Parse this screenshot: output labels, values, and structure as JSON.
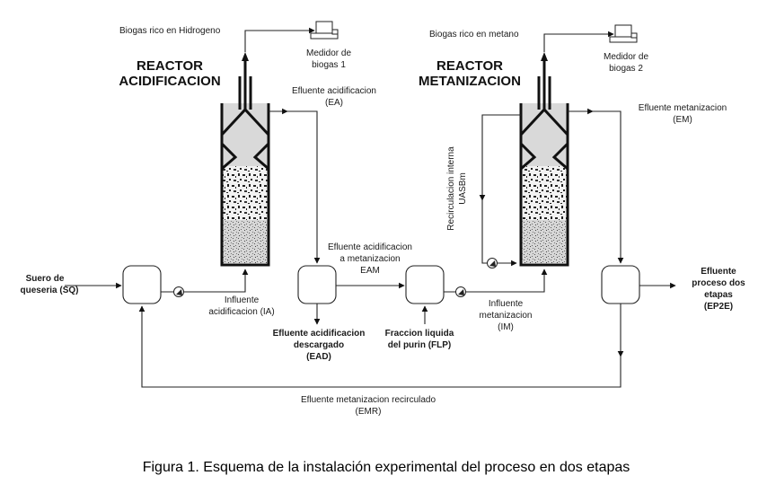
{
  "labels": {
    "biogas_h2": "Biogas rico en Hidrogeno",
    "meter1_a": "Medidor de",
    "meter1_b": "biogas 1",
    "reactor1_a": "REACTOR",
    "reactor1_b": "ACIDIFICACION",
    "ea_a": "Efluente acidificacion",
    "ea_b": "(EA)",
    "biogas_ch4": "Biogas rico en metano",
    "meter2_a": "Medidor de",
    "meter2_b": "biogas 2",
    "reactor2_a": "REACTOR",
    "reactor2_b": "METANIZACION",
    "em_a": "Efluente metanizacion",
    "em_b": "(EM)",
    "recirc_a": "Recirculacion interna",
    "recirc_b": "UASBm",
    "eam_a": "Efluente acidificacion",
    "eam_b": "a metanizacion",
    "eam_c": "EAM",
    "sq_a": "Suero de",
    "sq_b": "queseria (SQ)",
    "ia_a": "Influente",
    "ia_b": "acidificacion (IA)",
    "ead_a": "Efluente acidificacion",
    "ead_b": "descargado",
    "ead_c": "(EAD)",
    "flp_a": "Fraccion liquida",
    "flp_b": "del purin (FLP)",
    "im_a": "Influente",
    "im_b": "metanizacion",
    "im_c": "(IM)",
    "ep2e_a": "Efluente",
    "ep2e_b": "proceso dos",
    "ep2e_c": "etapas",
    "ep2e_d": "(EP2E)",
    "emr_a": "Efluente metanizacion recirculado",
    "emr_b": "(EMR)"
  },
  "caption": "Figura 1. Esquema de la instalación experimental del proceso en dos etapas"
}
